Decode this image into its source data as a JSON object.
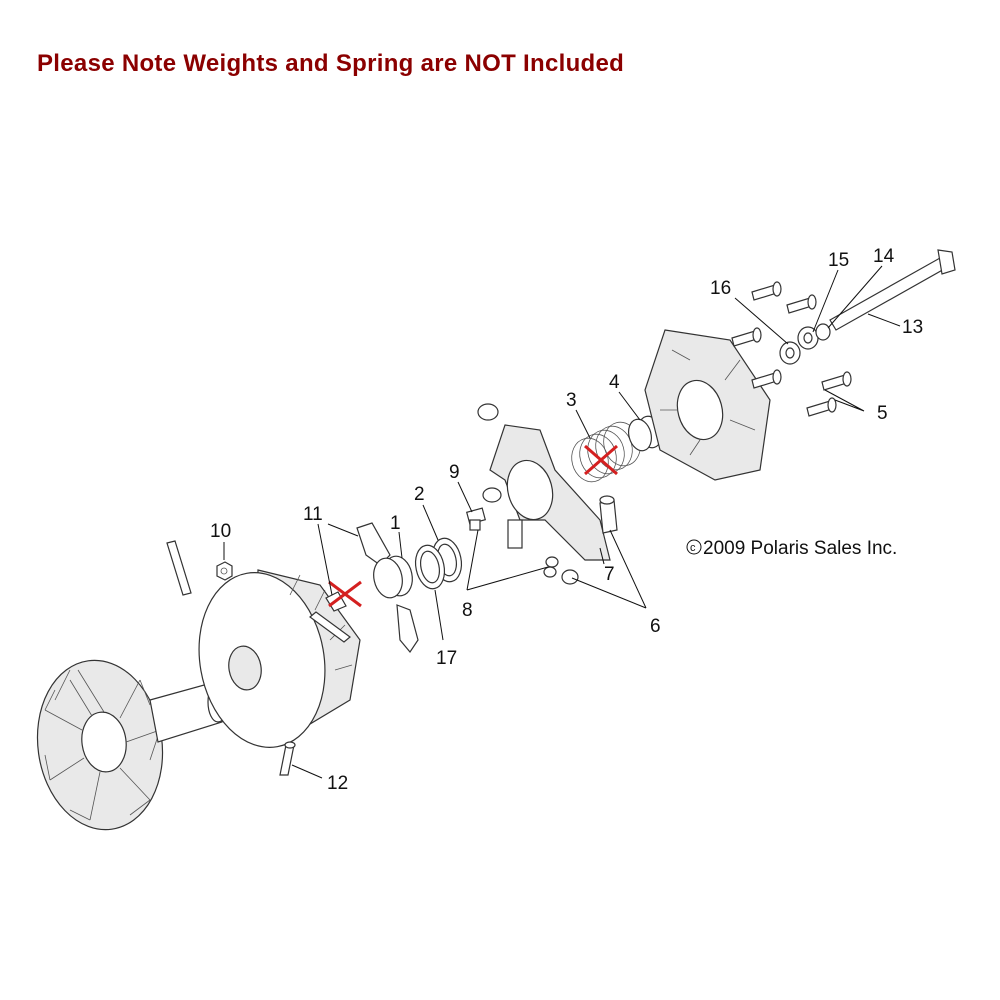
{
  "notice": {
    "text": "Please Note Weights and Spring are NOT Included",
    "color": "#8b0000"
  },
  "copyright": {
    "symbol": "c",
    "text": "2009 Polaris Sales Inc."
  },
  "callouts": [
    "1",
    "2",
    "3",
    "4",
    "5",
    "6",
    "7",
    "8",
    "9",
    "10",
    "11",
    "12",
    "13",
    "14",
    "15",
    "16",
    "17"
  ],
  "excluded_mark": {
    "color": "#d42020",
    "items": [
      "weights",
      "spring"
    ]
  }
}
